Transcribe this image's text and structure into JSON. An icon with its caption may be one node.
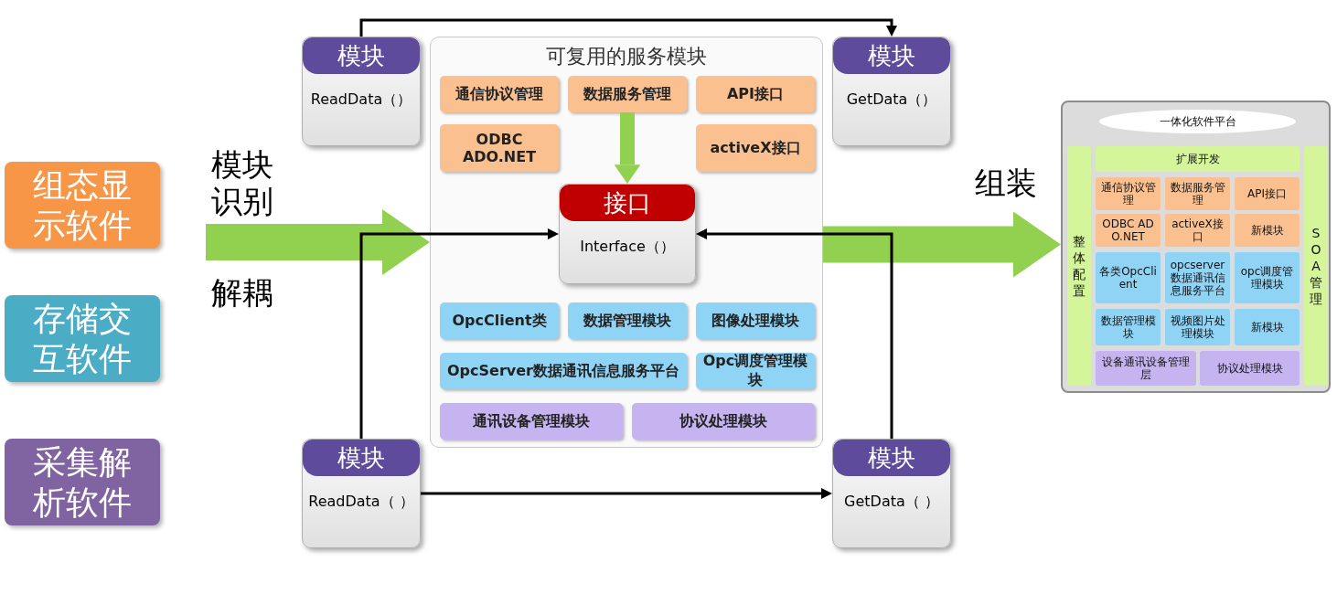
{
  "diagram": {
    "nodes": [
      {
        "text": [
          "组态显示软件"
        ]
      },
      {
        "text": [
          "存储交互软件"
        ]
      },
      {
        "text": [
          "采集解析软件"
        ]
      },
      {
        "text": [
          "可复用的服务模块"
        ]
      },
      {
        "text": [
          "通信协议管理"
        ],
        "in": 3
      },
      {
        "text": [
          "数据服务管理"
        ],
        "in": 3
      },
      {
        "text": [
          "API接口"
        ],
        "in": 3
      },
      {
        "text": [
          "ODBC ADO.NET"
        ],
        "in": 3
      },
      {
        "text": [
          "activeX接口"
        ],
        "in": 3
      },
      {
        "text": [
          "OpcClient类"
        ],
        "in": 3
      },
      {
        "text": [
          "数据管理模块"
        ],
        "in": 3
      },
      {
        "text": [
          "图像处理模块"
        ],
        "in": 3
      },
      {
        "text": [
          "OpcServer数据通讯信息服务平台"
        ],
        "in": 3
      },
      {
        "text": [
          "Opc调度管理模块"
        ],
        "in": 3
      },
      {
        "text": [
          "通讯设备管理模块"
        ],
        "in": 3
      },
      {
        "text": [
          "协议处理模块"
        ],
        "in": 3
      },
      {
        "text": [
          "模块",
          "ReadData（）"
        ]
      },
      {
        "text": [
          "模块",
          "GetData（）"
        ]
      },
      {
        "text": [
          "接口",
          "Interface（）"
        ],
        "in": 3
      },
      {
        "text": [
          "模块",
          "ReadData（ ）"
        ]
      },
      {
        "text": [
          "模块",
          "GetData（ ）"
        ]
      },
      {
        "text": [
          "一体化软件平台"
        ]
      },
      {
        "text": [
          "扩展开发"
        ],
        "in": 21
      },
      {
        "text": [
          "整体配置"
        ],
        "in": 21
      },
      {
        "text": [
          "SOA管理"
        ],
        "in": 21
      },
      {
        "text": [
          "通信协议管理"
        ],
        "in": 21
      },
      {
        "text": [
          "数据服务管理"
        ],
        "in": 21
      },
      {
        "text": [
          "API接口"
        ],
        "in": 21
      },
      {
        "text": [
          "ODBC ADO.NET"
        ],
        "in": 21
      },
      {
        "text": [
          "activeX接口"
        ],
        "in": 21
      },
      {
        "text": [
          "新模块"
        ],
        "in": 21
      },
      {
        "text": [
          "各类OpcClient"
        ],
        "in": 21
      },
      {
        "text": [
          "opcserver数据通讯信息服务平台"
        ],
        "in": 21
      },
      {
        "text": [
          "opc调度管理模块"
        ],
        "in": 21
      },
      {
        "text": [
          "数据管理模块"
        ],
        "in": 21
      },
      {
        "text": [
          "视频图片处理模块"
        ],
        "in": 21
      },
      {
        "text": [
          "新模块"
        ],
        "in": 21
      },
      {
        "text": [
          "设备通讯设备管理层"
        ],
        "in": 21
      },
      {
        "text": [
          "协议处理模块"
        ],
        "in": 21
      }
    ],
    "edges": [
      {
        "from": null,
        "to": 3,
        "arrow": "to",
        "label": "模块识别",
        "style": "thick",
        "color": "#92d050"
      },
      {
        "from": 3,
        "to": 21,
        "arrow": "to",
        "label": "组装",
        "style": "thick",
        "color": "#92d050"
      },
      {
        "from": 16,
        "to": 17,
        "arrow": "to"
      },
      {
        "from": 5,
        "to": 18,
        "arrow": "to",
        "style": "thick",
        "color": "#92d050"
      },
      {
        "from": 19,
        "to": 18,
        "arrow": "to"
      },
      {
        "from": 20,
        "to": 18,
        "arrow": "to"
      },
      {
        "from": 19,
        "to": 20,
        "arrow": "to"
      }
    ],
    "labels": [
      "解耦"
    ]
  }
}
